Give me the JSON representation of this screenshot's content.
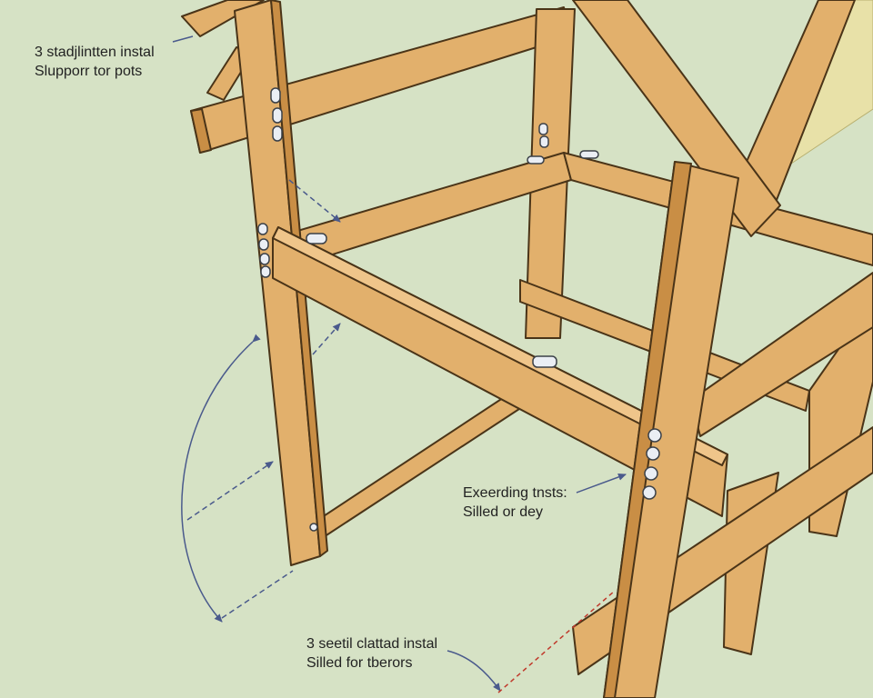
{
  "callouts": {
    "top_left": {
      "line1": "3 stadjlintten instal",
      "line2": "Slupporr tor pots"
    },
    "middle_right": {
      "line1": "Exeerding tnsts:",
      "line2": "Silled or dey"
    },
    "bottom": {
      "line1": "3 seetil clattad instal",
      "line2": "Silled for tberors"
    }
  },
  "colors": {
    "background": "#d6e2c5",
    "wood": "#e2b06c",
    "wood_shade": "#c98e45",
    "outline": "#4a3418",
    "annotation": "#4a5a8c",
    "hardware": "#eaeef4"
  }
}
